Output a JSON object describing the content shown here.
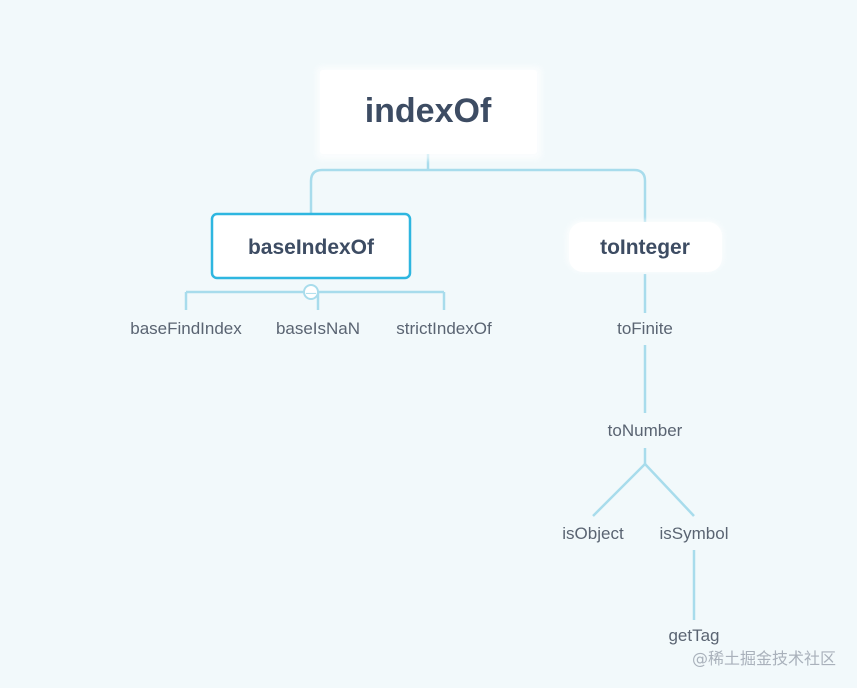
{
  "diagram": {
    "root": "indexOf",
    "children": {
      "baseIndexOf": "baseIndexOf",
      "toInteger": "toInteger"
    },
    "baseIndexOf_children": [
      "baseFindIndex",
      "baseIsNaN",
      "strictIndexOf"
    ],
    "toInteger_chain": {
      "toFinite": "toFinite",
      "toNumber": "toNumber",
      "isObject": "isObject",
      "isSymbol": "isSymbol",
      "getTag": "getTag"
    },
    "collapse_symbol": "—"
  },
  "watermark": "@稀土掘金技术社区",
  "colors": {
    "background": "#f2f9fb",
    "edge": "#a8dcec",
    "selected_border": "#2eb6e0",
    "title_text": "#3d4c63",
    "leaf_text": "#5a6472"
  }
}
